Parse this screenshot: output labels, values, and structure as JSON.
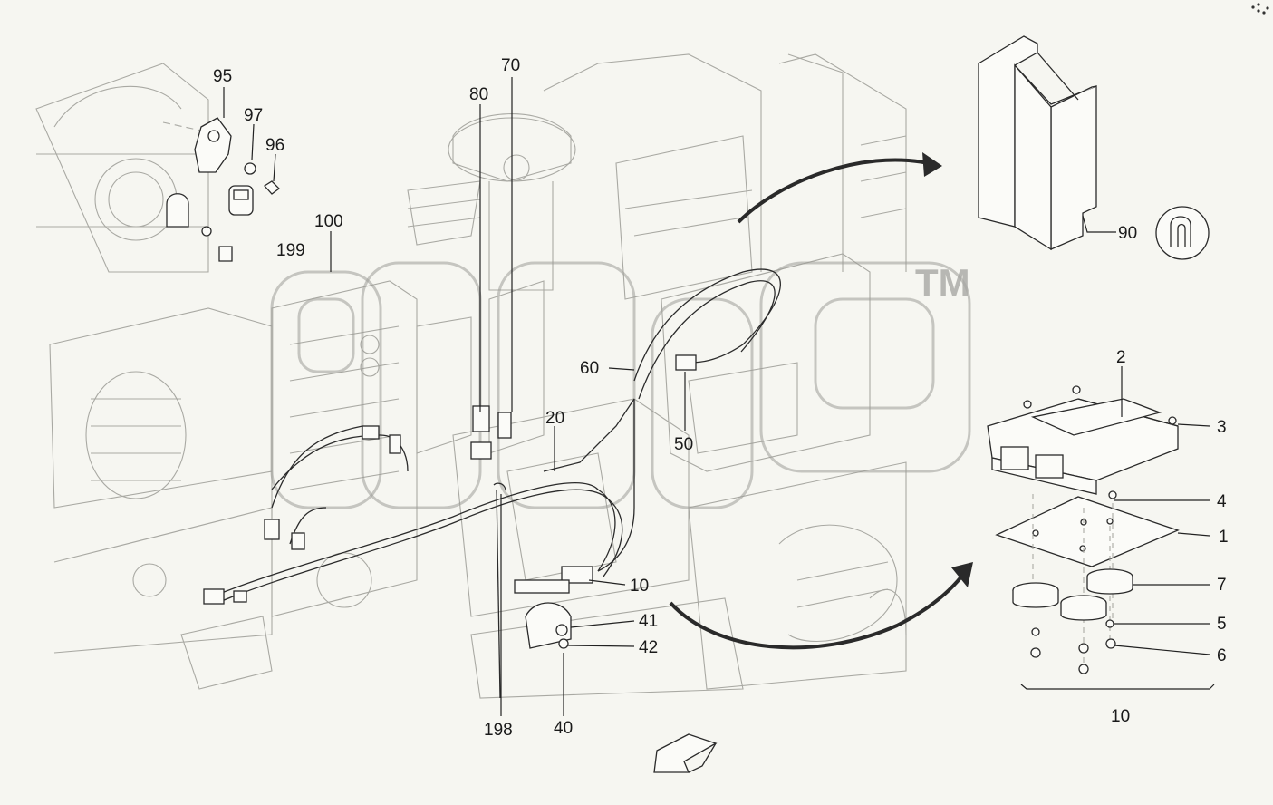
{
  "watermark": {
    "mark": "TM"
  },
  "callouts": {
    "c95": "95",
    "c97": "97",
    "c96": "96",
    "c100": "100",
    "c199": "199",
    "c80": "80",
    "c70": "70",
    "c60": "60",
    "c20": "20",
    "c50": "50",
    "c90": "90",
    "c2": "2",
    "c3": "3",
    "c4": "4",
    "c1": "1",
    "c7": "7",
    "c5": "5",
    "c6": "6",
    "c10_ecu": "10",
    "c10_main": "10",
    "c41": "41",
    "c42": "42",
    "c198": "198",
    "c40": "40"
  },
  "icons": {
    "corner": "zoom-dots-icon",
    "direction": "direction-arrow-icon",
    "seal": "edge-seal-icon"
  }
}
